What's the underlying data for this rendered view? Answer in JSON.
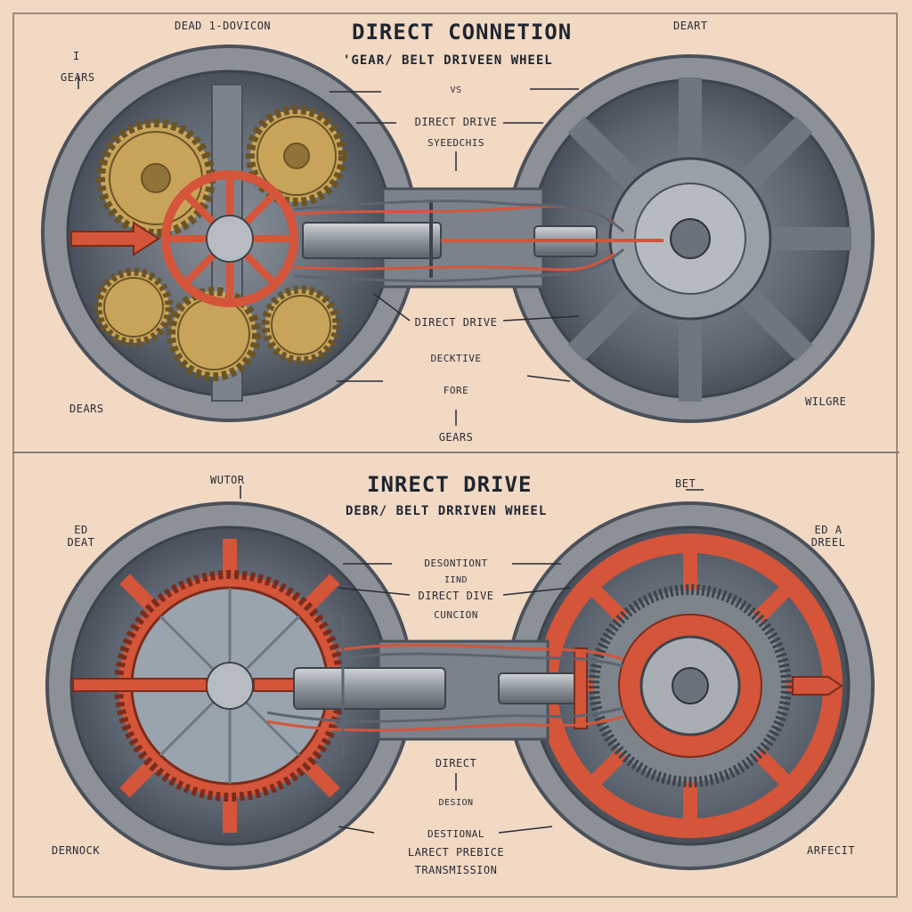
{
  "top_panel": {
    "title": "DIRECT CONNETION",
    "subtitle": "'GEAR/ BELT DRIVEEN WHEEL",
    "label_header_left": "DEAD 1-DOVICON",
    "label_header_right": "DEART",
    "label_gears_tl": "GEARS",
    "label_tick": "I",
    "label_vs": "VS",
    "label_direct_drive_1": "DIRECT DRIVE",
    "label_speedchis": "SYEEDCHIS",
    "label_direct_drive_2": "DIRECT DRIVE",
    "label_decktive": "DECKTIVE",
    "label_fore": "FORE",
    "label_gears_bottom": "GEARS",
    "label_dears": "DEARS",
    "label_wilgre": "WILGRE"
  },
  "bottom_panel": {
    "title": "INRECT DRIVE",
    "subtitle": "DEBR/ BELT DRRIVEN WHEEL",
    "label_wutor": "WUTOR",
    "label_bet": "BET",
    "label_ed_deat": "ED DEAT",
    "label_ed_dreel": "ED A DREEL",
    "label_desontiont": "DESONTIONT",
    "label_ind": "IIND",
    "label_direct_dive": "DIRECT DIVE",
    "label_cuncion": "CUNCION",
    "label_direct": "DIRECT",
    "label_desion": "DESION",
    "label_destional": "DESTIONAL",
    "label_larect": "LARECT PREBICE",
    "label_transmission": "TRANSMISSION",
    "label_dernock": "DERNOCK",
    "label_arfecit": "ARFECIT"
  },
  "colors": {
    "paper": "#f1d9c4",
    "steel": "#5c6470",
    "rim": "#8a8f96",
    "brass": "#c8a45a",
    "red_orange": "#d4553a"
  }
}
